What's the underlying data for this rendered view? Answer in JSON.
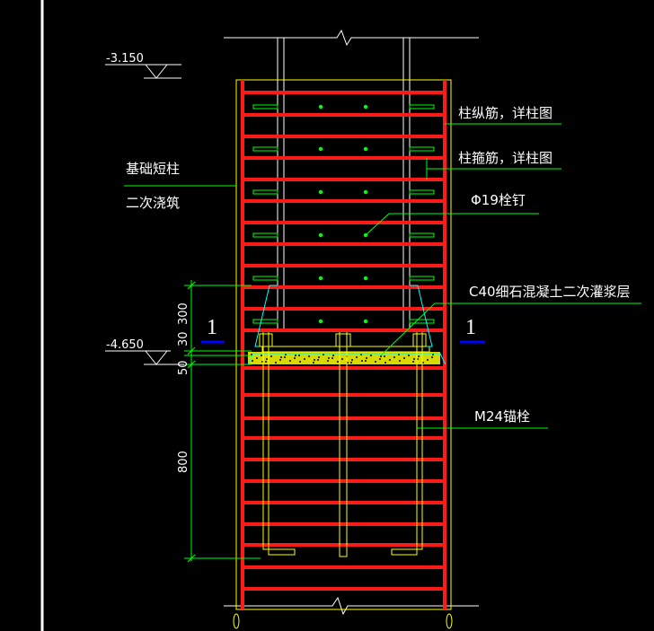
{
  "drawing": {
    "colors": {
      "background": "#000000",
      "rebar": "#ff1a1a",
      "line": "#ffffff",
      "outline": "#ffff00",
      "leader": "#00ff00",
      "dimension": "#00ff00",
      "grout_edge": "#00ffff",
      "section_mark": "#0000ff"
    },
    "elevations": [
      {
        "label": "-3.150"
      },
      {
        "label": "-4.650"
      }
    ],
    "callouts": {
      "column_long_bars": "柱纵筋，详柱图",
      "column_stirrups": "柱箍筋，详柱图",
      "shear_stud": "Φ19栓钉",
      "grout_layer": "C40细石混凝土二次灌浆层",
      "anchor_bolt": "M24锚栓",
      "pedestal_line1": "基础短柱",
      "pedestal_line2": "二次浇筑"
    },
    "section_marks": [
      {
        "label": "1"
      },
      {
        "label": "1"
      }
    ],
    "dimensions": [
      {
        "label": "300"
      },
      {
        "label": "30"
      },
      {
        "label": "50"
      },
      {
        "label": "800"
      }
    ]
  }
}
